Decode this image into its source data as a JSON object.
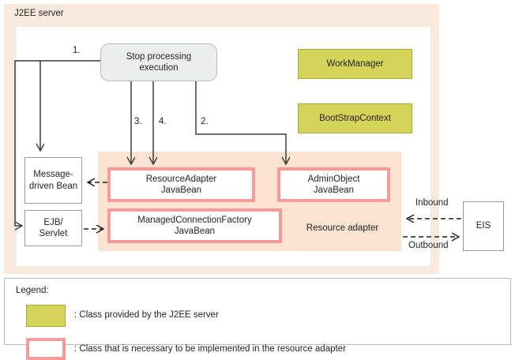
{
  "diagram": {
    "server_container": {
      "label": "J2EE server"
    },
    "stop_processing": {
      "label": "Stop processing\nexecution"
    },
    "j2ee_provided_classes": [
      {
        "label": "WorkManager"
      },
      {
        "label": "BootStrapContext"
      }
    ],
    "resource_adapter": {
      "label": "Resource adapter",
      "classes": [
        {
          "label": "ResourceAdapter\nJavaBean"
        },
        {
          "label": "AdminObject\nJavaBean"
        },
        {
          "label": "ManagedConnectionFactory\nJavaBean"
        }
      ]
    },
    "client_components": [
      {
        "label": "Message-\ndriven Bean"
      },
      {
        "label": "EJB/\nServlet"
      }
    ],
    "eis": {
      "label": "EIS"
    },
    "step_labels": {
      "step1": "1.",
      "step2": "2.",
      "step3": "3.",
      "step4": "4."
    },
    "flow_labels": {
      "inbound": "Inbound",
      "outbound": "Outbound"
    }
  },
  "legend": {
    "title": "Legend:",
    "entries": [
      {
        "swatch": "yellow-fill",
        "text": ": Class provided by the J2EE server"
      },
      {
        "swatch": "pink-outline",
        "text": ": Class that is necessary to be implemented in the resource adapter"
      }
    ]
  },
  "colors": {
    "server_background": "#faeade",
    "resource_adapter_background": "#fae3d0",
    "j2ee_class_fill": "#d4d459",
    "implemented_class_border": "#f79a9a",
    "node_fill": "#eceded",
    "line": "#3b3b3b"
  }
}
